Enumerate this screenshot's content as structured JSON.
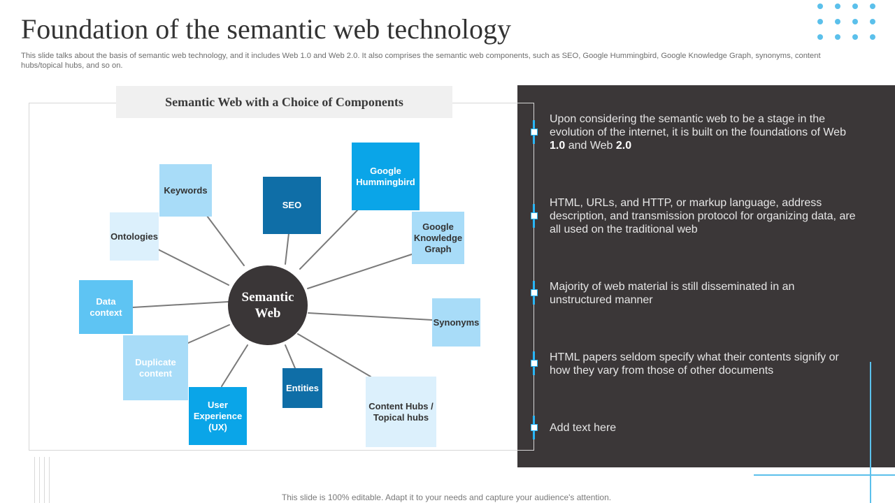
{
  "slide": {
    "title": "Foundation of the semantic web technology",
    "subtitle": "This slide talks about the basis of semantic web technology, and it includes Web 1.0 and Web 2.0. It also comprises the semantic web components, such as SEO, Google Hummingbird, Google Knowledge Graph, synonyms, content hubs/topical hubs, and so on.",
    "footer": "This slide is 100% editable. Adapt it to your needs and capture your audience's attention."
  },
  "diagram": {
    "header": "Semantic Web with a Choice of Components",
    "hub": "Semantic Web",
    "nodes": [
      {
        "id": "keywords",
        "label": "Keywords"
      },
      {
        "id": "seo",
        "label": "SEO"
      },
      {
        "id": "google-hummingbird",
        "label": "Google Hummingbird"
      },
      {
        "id": "google-knowledge-graph",
        "label": "Google Knowledge Graph"
      },
      {
        "id": "ontologies",
        "label": "Ontologies"
      },
      {
        "id": "data-context",
        "label": "Data context"
      },
      {
        "id": "synonyms",
        "label": "Synonyms"
      },
      {
        "id": "duplicate-content",
        "label": "Duplicate content"
      },
      {
        "id": "user-experience",
        "label": "User Experience (UX)"
      },
      {
        "id": "entities",
        "label": "Entities"
      },
      {
        "id": "content-hubs",
        "label": "Content Hubs / Topical hubs"
      }
    ]
  },
  "panel": {
    "bullets": [
      {
        "text": "Upon considering the semantic web to be a stage in the evolution of the internet, it is built on the foundations of Web ",
        "b1": "1.0",
        "mid": " and Web ",
        "b2": "2.0"
      },
      {
        "text": "HTML, URLs, and HTTP, or markup language, address description, and transmission protocol for organizing data, are all used on the traditional web"
      },
      {
        "text": "Majority of web material is still disseminated in an unstructured  manner"
      },
      {
        "text": "HTML papers seldom specify what their contents signify or how they vary from those of other documents"
      },
      {
        "text": "Add text here"
      }
    ]
  },
  "colors": {
    "accent": "#29b6f6",
    "panel": "#3b3738",
    "hub": "#3a3637",
    "node_dark": "#0f6ea7",
    "node_bright": "#0aa5e8",
    "node_mid": "#5ec4f3",
    "node_light": "#a8dcf8",
    "node_pale": "#dcf0fc"
  }
}
